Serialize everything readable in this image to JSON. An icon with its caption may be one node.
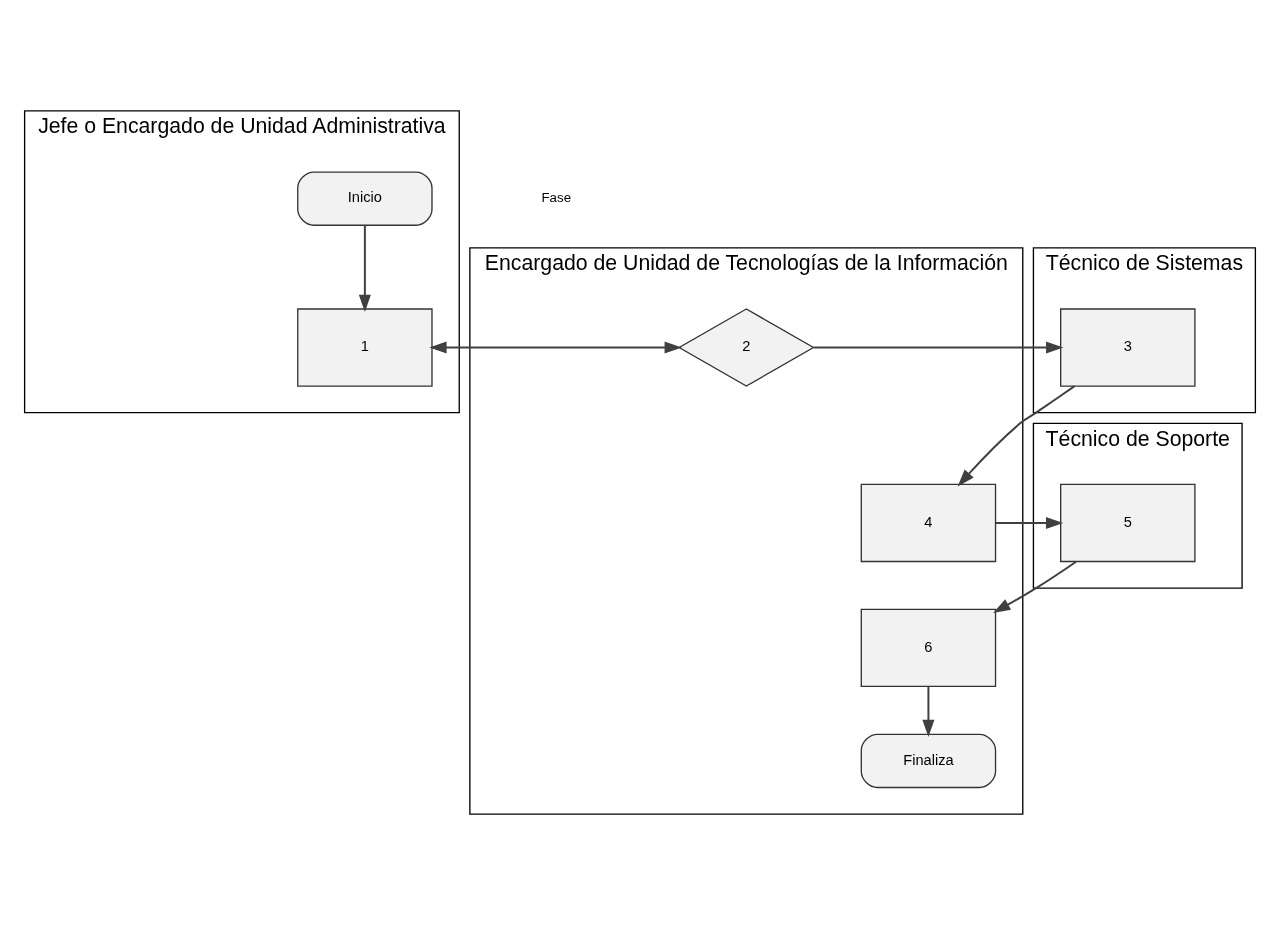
{
  "diagram": {
    "nodes": [
      {
        "text": [
          "Jefe o Encargado de Unidad Administrativa"
        ]
      },
      {
        "text": [
          "Encargado de Unidad de Tecnologías de la Información"
        ]
      },
      {
        "text": [
          "Técnico de Sistemas"
        ]
      },
      {
        "text": [
          "Técnico de Soporte"
        ]
      },
      {
        "text": [
          "Inicio"
        ],
        "in": 0
      },
      {
        "text": [
          "1"
        ],
        "in": 0
      },
      {
        "text": [
          "2"
        ],
        "in": 1
      },
      {
        "text": [
          "3"
        ],
        "in": 2
      },
      {
        "text": [
          "4"
        ],
        "in": 1
      },
      {
        "text": [
          "5"
        ],
        "in": 3
      },
      {
        "text": [
          "6"
        ],
        "in": 1
      },
      {
        "text": [
          "Finaliza"
        ],
        "in": 1
      }
    ],
    "edges": [
      {
        "from": 4,
        "to": 5,
        "arrow": "to"
      },
      {
        "from": 5,
        "to": 6,
        "arrow": "both"
      },
      {
        "from": 6,
        "to": 7,
        "arrow": "to"
      },
      {
        "from": 7,
        "to": 8,
        "arrow": "to"
      },
      {
        "from": 8,
        "to": 9,
        "arrow": "to"
      },
      {
        "from": 9,
        "to": 10,
        "arrow": "to"
      },
      {
        "from": 10,
        "to": 11,
        "arrow": "to"
      }
    ],
    "labels": [
      "Fase"
    ]
  }
}
